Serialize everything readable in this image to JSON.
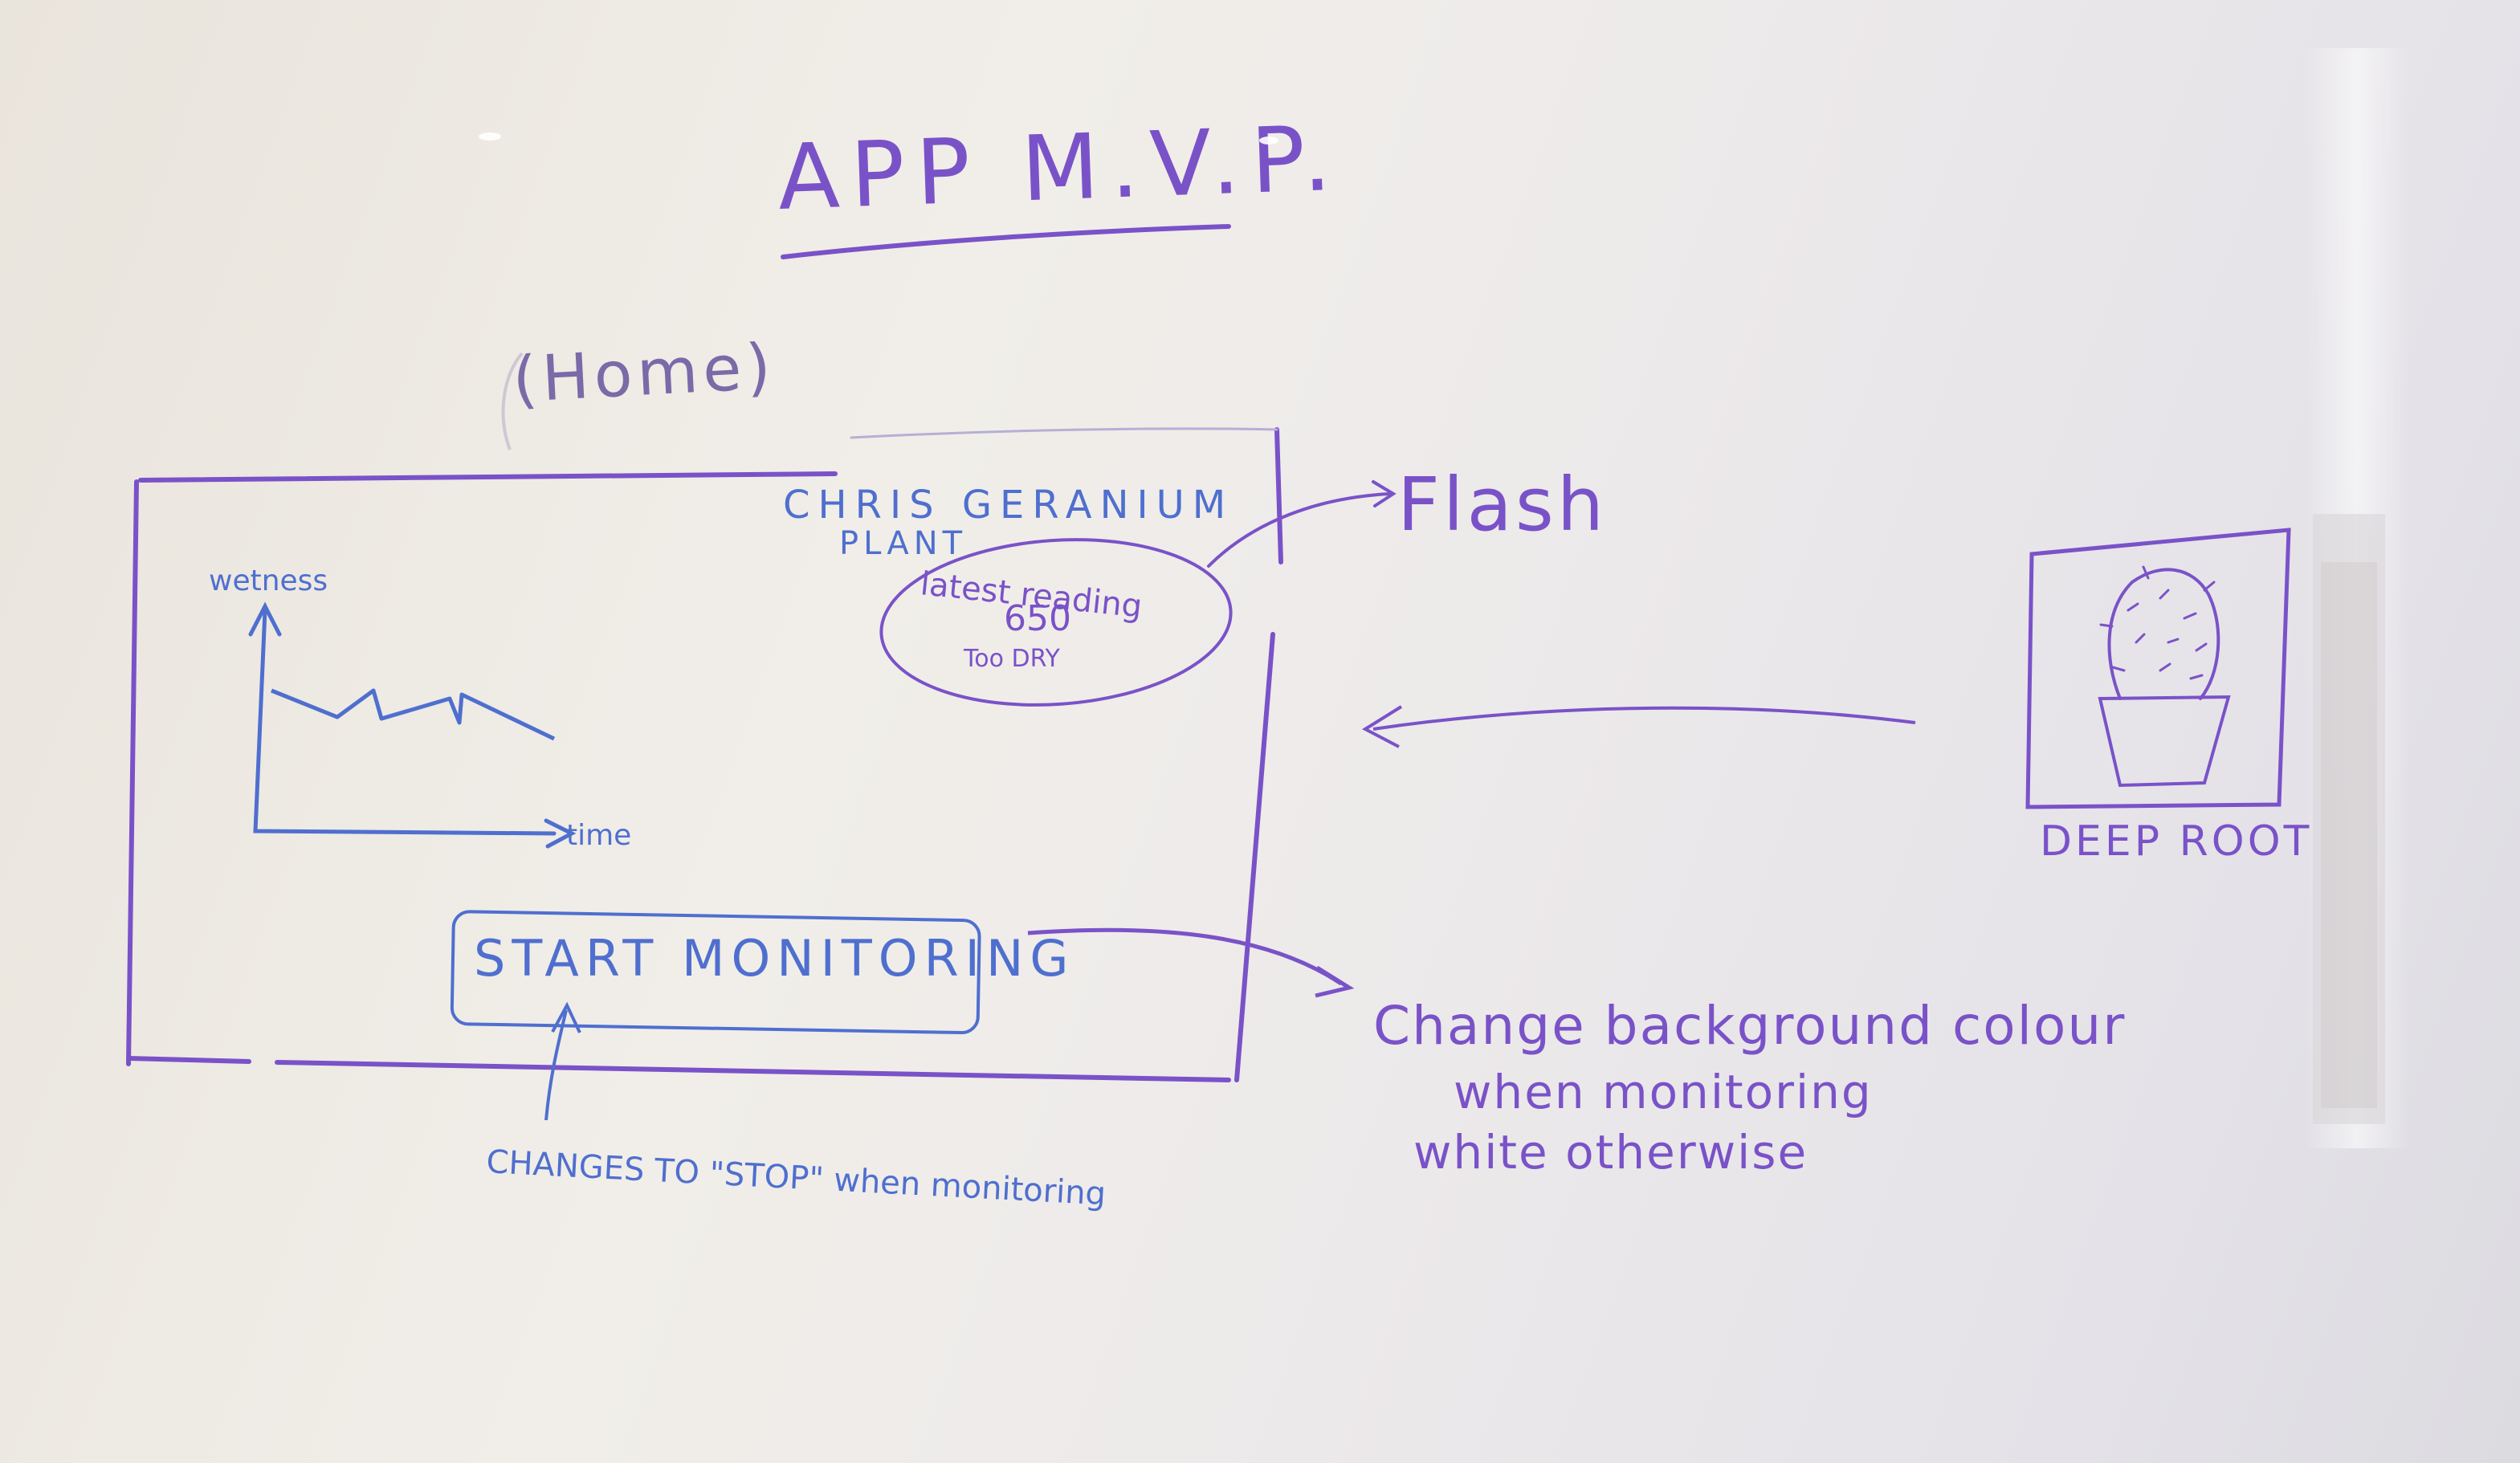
{
  "title": "APP M.V.P.",
  "home_label": "(Home)",
  "mockup": {
    "plant_name": "CHRIS GERANIUM",
    "plant_sub": "PLANT",
    "reading": {
      "line1": "latest reading",
      "line2": "650",
      "line3": "Too DRY"
    },
    "graph": {
      "ylabel": "wetness",
      "xlabel": "time"
    },
    "button_label": "START MONITORING"
  },
  "annotations": {
    "flash": "Flash",
    "changes_stop": "CHANGES TO \"STOP\" when monitoring",
    "bg_line1": "Change background colour",
    "bg_line2": "when monitoring",
    "bg_line3": "white otherwise"
  },
  "logo_caption": "DEEP ROOT",
  "colors": {
    "purple": "#7a52c8",
    "blue": "#4f6fcf",
    "board": "#eeebe6"
  }
}
